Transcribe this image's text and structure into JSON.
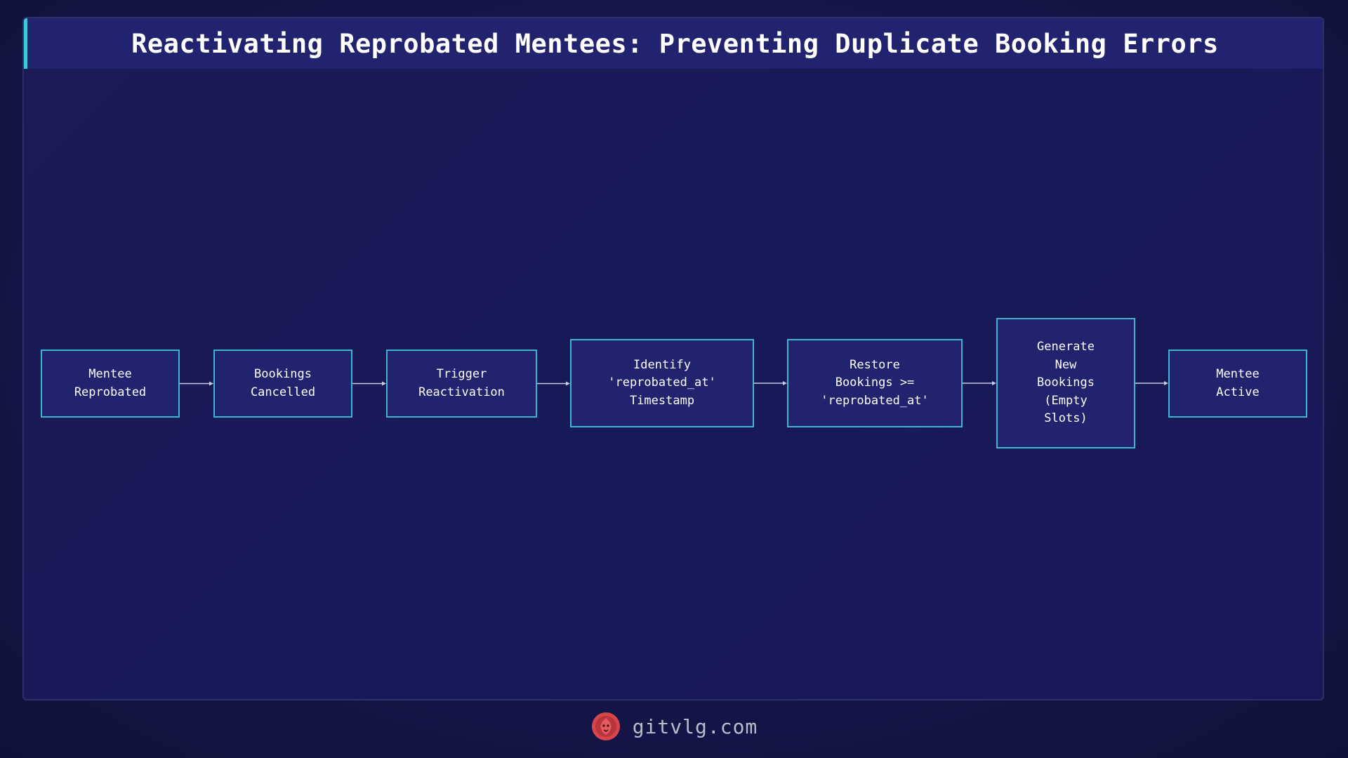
{
  "title": "Reactivating Reprobated Mentees: Preventing Duplicate Booking Errors",
  "nodes": [
    {
      "id": "n1",
      "label": "Mentee\nReprobated"
    },
    {
      "id": "n2",
      "label": "Bookings\nCancelled"
    },
    {
      "id": "n3",
      "label": "Trigger\nReactivation"
    },
    {
      "id": "n4",
      "label": "Identify\n'reprobated_at'\nTimestamp"
    },
    {
      "id": "n5",
      "label": "Restore\nBookings >=\n'reprobated_at'"
    },
    {
      "id": "n6",
      "label": "Generate\nNew\nBookings\n(Empty\nSlots)"
    },
    {
      "id": "n7",
      "label": "Mentee\nActive"
    }
  ],
  "edges": [
    {
      "from": "n1",
      "to": "n2"
    },
    {
      "from": "n2",
      "to": "n3"
    },
    {
      "from": "n3",
      "to": "n4"
    },
    {
      "from": "n4",
      "to": "n5"
    },
    {
      "from": "n5",
      "to": "n6"
    },
    {
      "from": "n6",
      "to": "n7"
    }
  ],
  "colors": {
    "background": "#15164a",
    "node_fill": "#22236f",
    "node_border": "#3fb6cf",
    "accent": "#3ec9d6",
    "edge": "#c8cbe6",
    "logo": "#d6454a"
  },
  "footer": {
    "logo_icon": "lion-head-icon",
    "text": "gitvlg.com"
  }
}
